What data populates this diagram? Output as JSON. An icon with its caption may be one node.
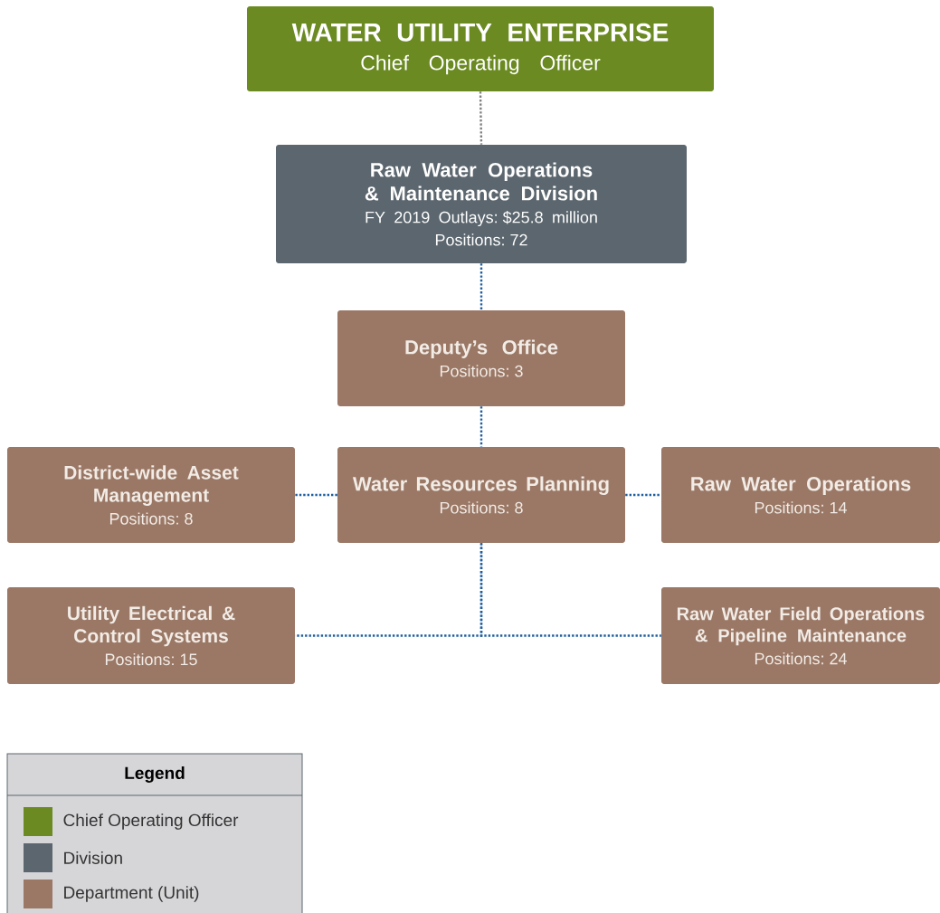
{
  "diagram": {
    "nodes": [
      {
        "text": [
          "WATER UTILITY ENTERPRISE",
          "Chief Operating Officer"
        ]
      },
      {
        "text": [
          "Raw Water Operations & Maintenance Division",
          "FY 2019 Outlays: $25.8 million",
          "Positions: 72"
        ]
      },
      {
        "text": [
          "Deputy’s Office",
          "Positions: 3"
        ]
      },
      {
        "text": [
          "District-wide Asset Management",
          "Positions: 8"
        ]
      },
      {
        "text": [
          "Water Resources Planning",
          "Positions: 8"
        ]
      },
      {
        "text": [
          "Raw Water Operations",
          "Positions: 14"
        ]
      },
      {
        "text": [
          "Utility Electrical & Control Systems",
          "Positions: 15"
        ]
      },
      {
        "text": [
          "Raw Water Field Operations & Pipeline Maintenance",
          "Positions: 24"
        ]
      }
    ],
    "edges": [
      {
        "from": 0,
        "to": 1,
        "arrow": "none",
        "style": "dashed",
        "color": "#808080"
      },
      {
        "from": 1,
        "to": 2,
        "arrow": "none",
        "style": "dashed"
      },
      {
        "from": 2,
        "to": 4,
        "arrow": "none",
        "style": "dashed"
      },
      {
        "from": 4,
        "to": 3,
        "arrow": "none",
        "style": "dashed"
      },
      {
        "from": 4,
        "to": 5,
        "arrow": "none",
        "style": "dashed"
      },
      {
        "from": 4,
        "to": 6,
        "arrow": "none",
        "style": "dashed"
      },
      {
        "from": 4,
        "to": 7,
        "arrow": "none",
        "style": "dashed"
      }
    ],
    "labels": [
      "Legend"
    ],
    "legend": [
      {
        "text": "Chief Operating Officer",
        "color": "#6b8a22"
      },
      {
        "text": "Division",
        "color": "#5b666e"
      },
      {
        "text": "Department (Unit)",
        "color": "#9b7866"
      }
    ]
  }
}
